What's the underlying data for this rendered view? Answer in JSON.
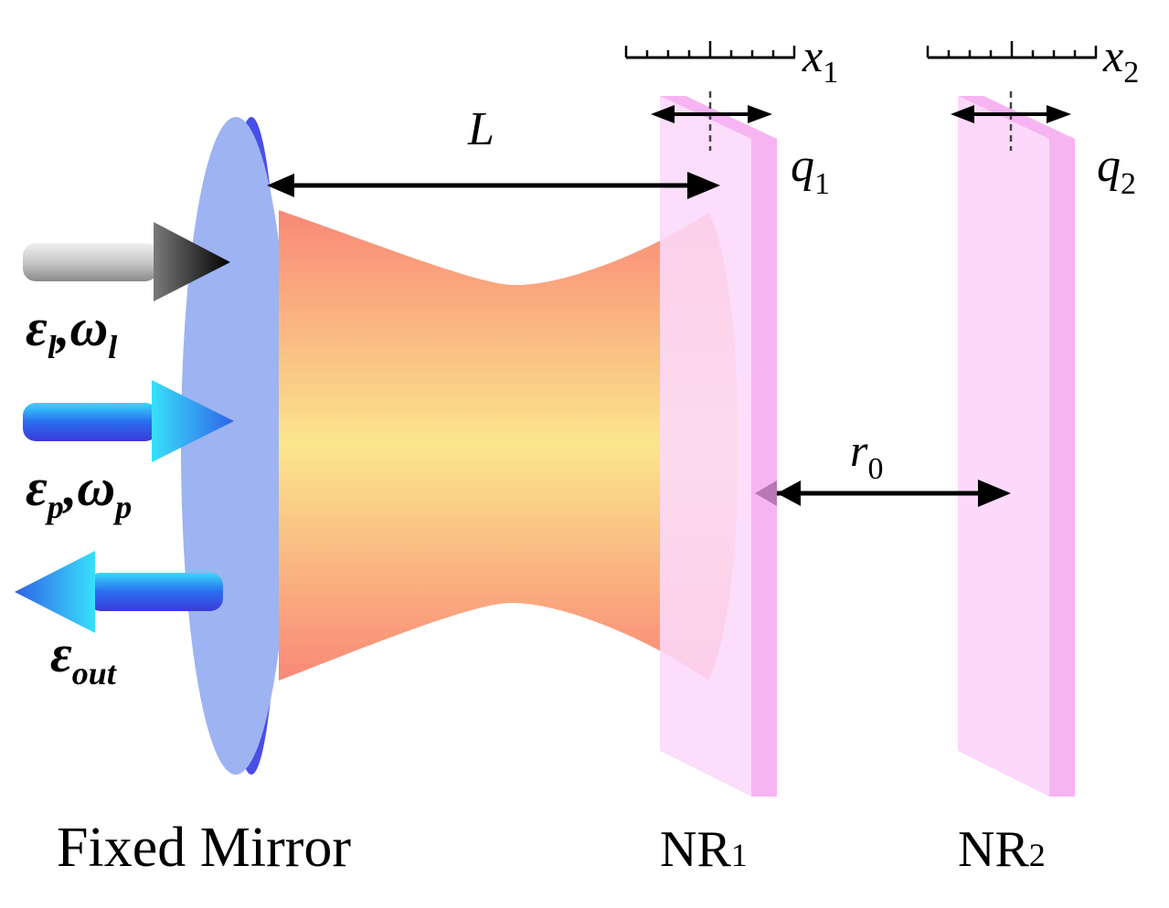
{
  "labels": {
    "fixed_mirror": "Fixed Mirror",
    "nr1_main": "NR",
    "nr1_sub": "1",
    "nr2_main": "NR",
    "nr2_sub": "2",
    "cavity_length": "L",
    "separation_main": "r",
    "separation_sub": "0",
    "x1_main": "x",
    "x1_sub": "1",
    "x2_main": "x",
    "x2_sub": "2",
    "q1_main": "q",
    "q1_sub": "1",
    "q2_main": "q",
    "q2_sub": "2",
    "control_field": "ε",
    "control_sub": "l",
    "control_freq": "ω",
    "control_freq_sub": "l",
    "probe_field": "ε",
    "probe_sub": "p",
    "probe_freq": "ω",
    "probe_freq_sub": "p",
    "output_field": "ε",
    "output_sub": "out",
    "comma": ","
  },
  "colors": {
    "mirror_face": "#9db3f2",
    "mirror_edge": "#4a4ee8",
    "resonator": "#fcd8fa",
    "resonator_edge": "#f7b4f2",
    "beam_center": "#fbe58a",
    "beam_edge": "#f98a78",
    "blue_arrow": "#2f8ff0",
    "gray_arrow": "#a0a0a0"
  }
}
